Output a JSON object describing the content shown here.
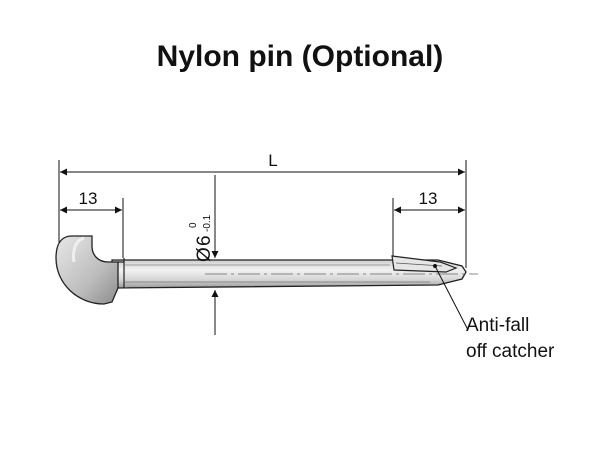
{
  "title": "Nylon pin (Optional)",
  "dimensions": {
    "overall_length": "L",
    "left_end_length": "13",
    "right_end_length": "13",
    "diameter_symbol": "Ø",
    "diameter_value": "6",
    "tolerance_upper": "0",
    "tolerance_lower": "-0.1"
  },
  "callout": {
    "line1": "Anti-fall",
    "line2": "off catcher"
  }
}
